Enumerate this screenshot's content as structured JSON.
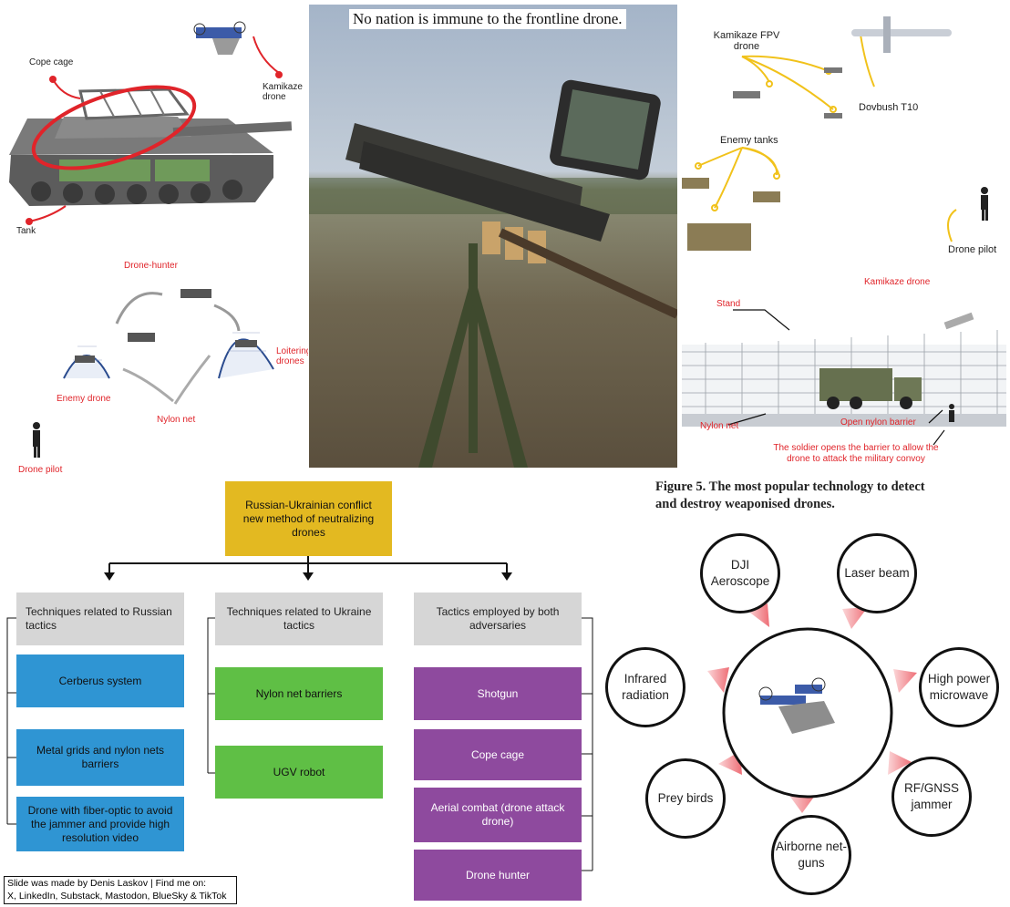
{
  "photo": {
    "caption": "No nation is immune to the frontline drone."
  },
  "tank_panel": {
    "cope_cage": "Cope cage",
    "kamikaze_drone": "Kamikaze drone",
    "tank": "Tank"
  },
  "net_panel": {
    "drone_hunter": "Drone-hunter",
    "loitering_drones": "Loitering drones",
    "enemy_drone": "Enemy drone",
    "nylon_net": "Nylon net",
    "drone_pilot": "Drone pilot"
  },
  "fpv_panel": {
    "kamikaze_fpv": "Kamikaze FPV drone",
    "dovbush": "Dovbush T10",
    "enemy_tanks": "Enemy tanks",
    "drone_pilot": "Drone pilot"
  },
  "barrier_panel": {
    "kamikaze_drone": "Kamikaze drone",
    "stand": "Stand",
    "nylon_net": "Nylon net",
    "open_barrier": "Open nylon barrier",
    "soldier_note": "The soldier opens the barrier to allow the drone to attack the military convoy"
  },
  "flowchart": {
    "root": "Russian-Ukrainian conflict new method of neutralizing drones",
    "col1": {
      "header": "Techniques related to Russian tactics",
      "items": [
        "Cerberus system",
        "Metal grids and nylon nets barriers",
        "Drone with fiber-optic to avoid the jammer and provide high resolution video"
      ]
    },
    "col2": {
      "header": "Techniques related to Ukraine tactics",
      "items": [
        "Nylon net barriers",
        "UGV robot"
      ]
    },
    "col3": {
      "header": "Tactics employed by both adversaries",
      "items": [
        "Shotgun",
        "Cope cage",
        "Aerial combat (drone attack drone)",
        "Drone hunter"
      ]
    }
  },
  "figure5": {
    "title_line1": "Figure 5. The most popular technology to detect",
    "title_line2": "and destroy weaponised drones.",
    "circles": [
      "DJI Aeroscope",
      "Laser beam",
      "Infrared radiation",
      "High power microwave",
      "Prey birds",
      "RF/GNSS jammer",
      "Airborne net-guns"
    ]
  },
  "credit": {
    "line1": "Slide was made by Denis Laskov | Find me on:",
    "line2": "X, LinkedIn, Substack, Mastodon, BlueSky & TikTok"
  }
}
